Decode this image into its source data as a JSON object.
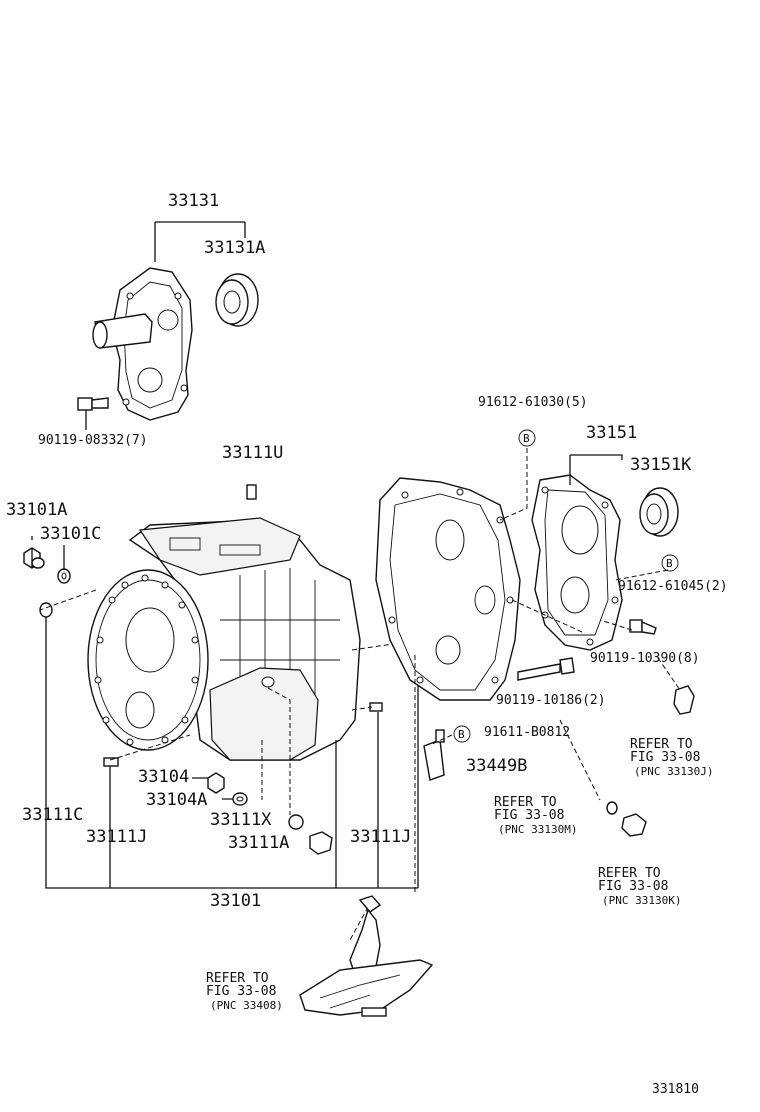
{
  "figure_code": "331810",
  "labels": {
    "p33131": "33131",
    "p33131A": "33131A",
    "p90119_08332": "90119-08332(7)",
    "p33111U": "33111U",
    "p33101A": "33101A",
    "p33101C": "33101C",
    "p91612_61030": "91612-61030(5)",
    "b_marker_1": "B",
    "p33151": "33151",
    "p33151K": "33151K",
    "b_marker_2": "B",
    "p91612_61045": "91612-61045(2)",
    "p90119_10390": "90119-10390(8)",
    "p90119_10186": "90119-10186(2)",
    "b_marker_3": "B",
    "p91611_B0812": "91611-B0812",
    "p33449B": "33449B",
    "p33104": "33104",
    "p33104A": "33104A",
    "p33111C": "33111C",
    "p33111J_left": "33111J",
    "p33111X": "33111X",
    "p33111A": "33111A",
    "p33111J_right": "33111J",
    "p33101": "33101"
  },
  "refs": {
    "ref_33130J": {
      "line1": "REFER TO",
      "line2": "FIG 33-08",
      "line3": "(PNC 33130J)"
    },
    "ref_33130M": {
      "line1": "REFER TO",
      "line2": "FIG 33-08",
      "line3": "(PNC 33130M)"
    },
    "ref_33130K": {
      "line1": "REFER TO",
      "line2": "FIG 33-08",
      "line3": "(PNC 33130K)"
    },
    "ref_33408": {
      "line1": "REFER TO",
      "line2": "FIG 33-08",
      "line3": "(PNC 33408)"
    }
  }
}
